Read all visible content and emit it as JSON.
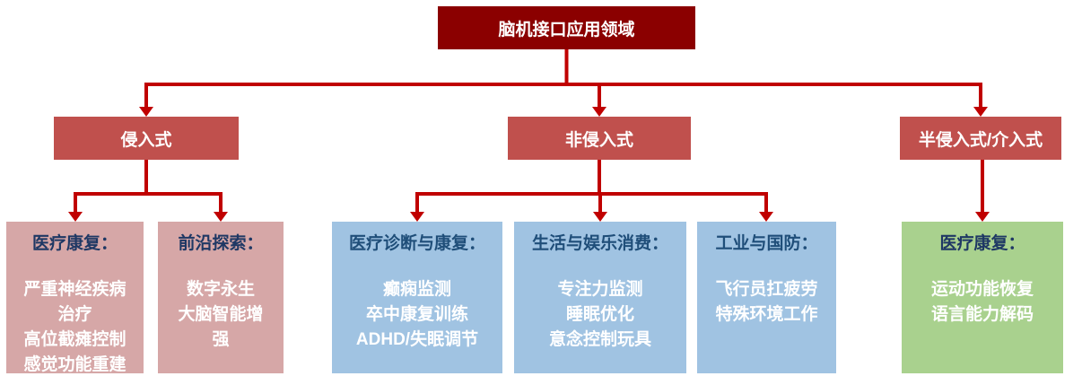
{
  "root": {
    "label": "脑机接口应用领域"
  },
  "branches": [
    {
      "id": "invasive",
      "label": "侵入式"
    },
    {
      "id": "noninvasive",
      "label": "非侵入式"
    },
    {
      "id": "semiinvasive",
      "label": "半侵入式/介入式"
    }
  ],
  "leaves": [
    {
      "parent": "invasive",
      "title": "医疗康复：",
      "lines": [
        "严重神经疾病",
        "治疗",
        "高位截瘫控制",
        "感觉功能重建"
      ]
    },
    {
      "parent": "invasive",
      "title": "前沿探索：",
      "lines": [
        "数字永生",
        "大脑智能增",
        "强"
      ]
    },
    {
      "parent": "noninvasive",
      "title": "医疗诊断与康复：",
      "lines": [
        "癫痫监测",
        "卒中康复训练",
        "ADHD/失眠调节"
      ]
    },
    {
      "parent": "noninvasive",
      "title": "生活与娱乐消费：",
      "lines": [
        "专注力监测",
        "睡眠优化",
        "意念控制玩具"
      ]
    },
    {
      "parent": "noninvasive",
      "title": "工业与国防：",
      "lines": [
        "飞行员扛疲劳",
        "特殊环境工作"
      ]
    },
    {
      "parent": "semiinvasive",
      "title": "医疗康复：",
      "lines": [
        "运动功能恢复",
        "语言能力解码"
      ]
    }
  ],
  "colors": {
    "root_fill": "#8B0000",
    "branch_fill": "#C0504D",
    "connector": "#C00000",
    "leaf_pink": "#D6A7A7",
    "leaf_blue": "#A0C3E2",
    "leaf_green": "#A9D18E",
    "leaf_title_navy": "#1F3864",
    "leaf_title_blue": "#1F4E79",
    "node_text": "#FFFFFF"
  }
}
